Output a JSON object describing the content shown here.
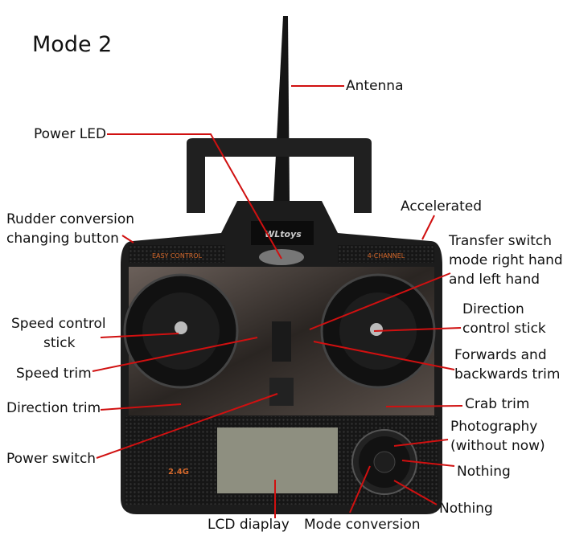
{
  "title": "Mode 2",
  "brand": "WLtoys",
  "panel_left": "EASY CONTROL",
  "panel_right": "4-CHANNEL",
  "band": "2.4G",
  "labels": {
    "antenna": "Antenna",
    "power_led": "Power LED",
    "accelerated": "Accelerated",
    "rudder_1": "Rudder conversion",
    "rudder_2": "changing button",
    "transfer_1": "Transfer switch",
    "transfer_2": "mode right hand",
    "transfer_3": "and left hand",
    "speed_stick_1": "Speed control",
    "speed_stick_2": "stick",
    "direction_stick_1": "Direction",
    "direction_stick_2": "control stick",
    "speed_trim": "Speed trim",
    "fb_trim_1": "Forwards and",
    "fb_trim_2": "backwards trim",
    "direction_trim": "Direction trim",
    "crab_trim": "Crab trim",
    "photo_1": "Photography",
    "photo_2": "(without now)",
    "nothing_1": "Nothing",
    "nothing_2": "Nothing",
    "power_switch": "Power switch",
    "lcd": "LCD diaplay",
    "mode_conversion": "Mode conversion"
  },
  "colors": {
    "leader": "#d01010",
    "body": "#1c1c1c",
    "accent": "#d0662a"
  }
}
